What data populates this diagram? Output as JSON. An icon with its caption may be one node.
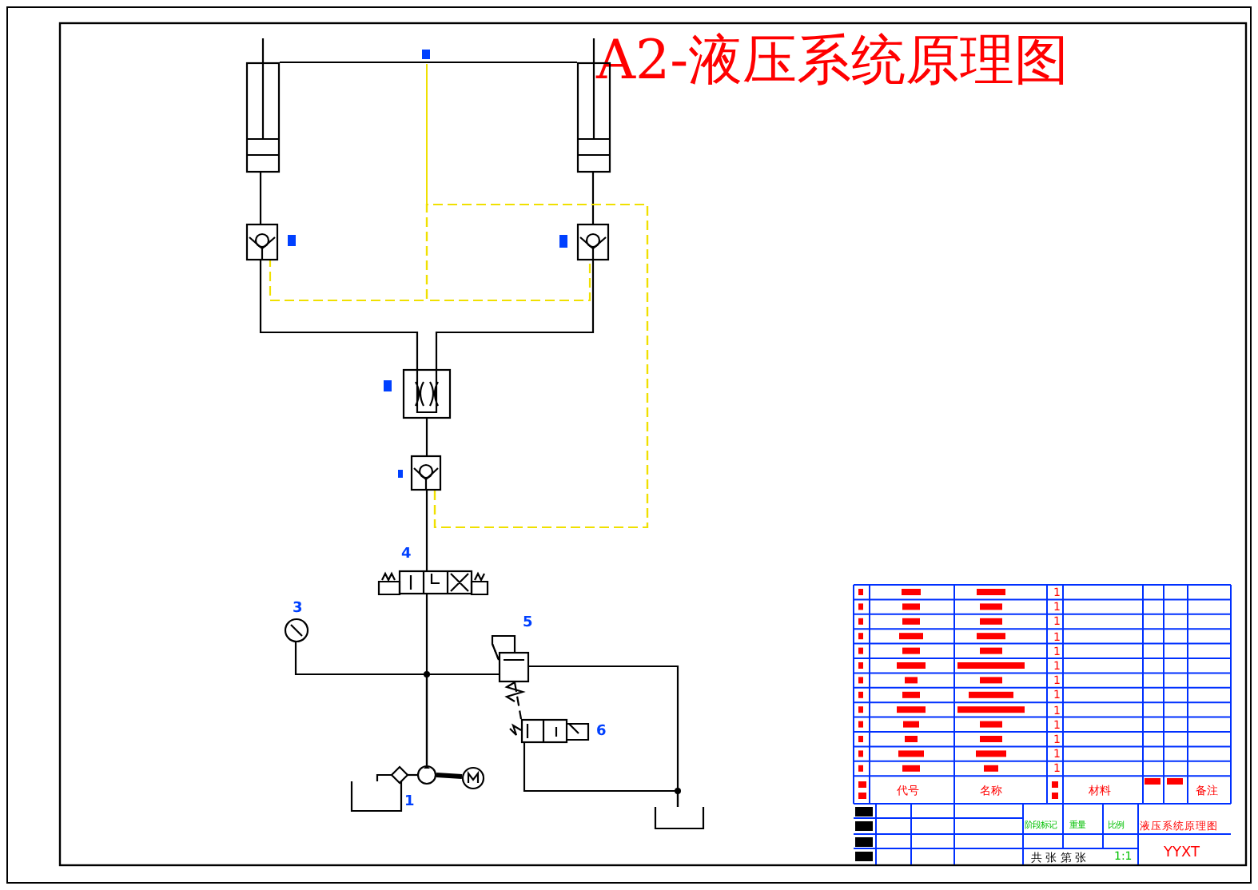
{
  "diagram": {
    "title": "A2-液压系统原理图",
    "nodes": [
      {
        "text": [],
        "shape": "cylinder"
      },
      {
        "text": [],
        "shape": "cylinder"
      },
      {
        "text": [],
        "shape": "box"
      },
      {
        "text": [],
        "shape": "box"
      },
      {
        "text": [],
        "shape": "box"
      },
      {
        "text": [],
        "shape": "box"
      },
      {
        "text": [],
        "shape": "box",
        "beside": [
          "4"
        ]
      },
      {
        "text": [],
        "shape": "circle",
        "beside": [
          "3"
        ]
      },
      {
        "text": [],
        "shape": "box",
        "beside": [
          "5"
        ]
      },
      {
        "text": [],
        "shape": "box",
        "beside": [
          "6"
        ]
      },
      {
        "text": [],
        "shape": "diamond"
      },
      {
        "text": [],
        "shape": "circle"
      },
      {
        "text": [],
        "shape": "circle"
      },
      {
        "text": [],
        "shape": "box",
        "beside": [
          "1"
        ]
      },
      {
        "text": [],
        "shape": "box"
      }
    ],
    "edges": [
      {
        "from": 0,
        "to": 1,
        "arrow": "none"
      },
      {
        "from": 0,
        "to": 2,
        "arrow": "none"
      },
      {
        "from": 1,
        "to": 3,
        "arrow": "none"
      },
      {
        "from": 2,
        "to": 4,
        "arrow": "none"
      },
      {
        "from": 3,
        "to": 4,
        "arrow": "none"
      },
      {
        "from": 4,
        "to": 5,
        "arrow": "none"
      },
      {
        "from": 5,
        "to": 6,
        "arrow": "none"
      },
      {
        "from": 6,
        "to": 11,
        "arrow": "none"
      },
      {
        "from": 7,
        "to": 8,
        "arrow": "none"
      },
      {
        "from": 8,
        "to": 11,
        "arrow": "none"
      },
      {
        "from": 8,
        "to": 14,
        "arrow": "none"
      },
      {
        "from": 9,
        "to": 14,
        "arrow": "none"
      },
      {
        "from": 8,
        "to": 9,
        "arrow": "none",
        "style": "dashed"
      },
      {
        "from": 13,
        "to": 10,
        "arrow": "none"
      },
      {
        "from": 10,
        "to": 11,
        "arrow": "none"
      },
      {
        "from": 11,
        "to": 12,
        "arrow": "none",
        "style": "thick"
      },
      {
        "from": 5,
        "to": 2,
        "arrow": "none",
        "style": "dashed",
        "color": "#f0e000"
      },
      {
        "from": 5,
        "to": 3,
        "arrow": "none",
        "style": "dashed",
        "color": "#f0e000"
      }
    ],
    "labels": [
      "1",
      "1",
      "1",
      "1",
      "1",
      "1",
      "1",
      "1",
      "1",
      "1",
      "1",
      "1",
      "1",
      "代号",
      "名称",
      "材料",
      "备注",
      "阶段标记",
      "重量",
      "比例",
      "液压系统原理图",
      "1:1",
      "YYXT",
      "共 张 第 张"
    ]
  }
}
